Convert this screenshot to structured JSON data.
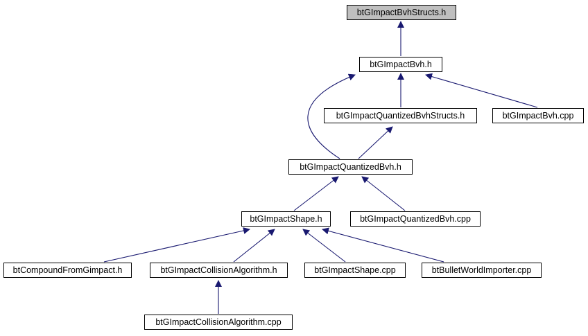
{
  "diagram": {
    "nodes": [
      {
        "id": "n0",
        "label": "btGImpactBvhStructs.h",
        "root": true
      },
      {
        "id": "n1",
        "label": "btGImpactBvh.h"
      },
      {
        "id": "n2",
        "label": "btGImpactQuantizedBvhStructs.h"
      },
      {
        "id": "n3",
        "label": "btGImpactBvh.cpp"
      },
      {
        "id": "n4",
        "label": "btGImpactQuantizedBvh.h"
      },
      {
        "id": "n5",
        "label": "btGImpactShape.h"
      },
      {
        "id": "n6",
        "label": "btGImpactQuantizedBvh.cpp"
      },
      {
        "id": "n7",
        "label": "btCompoundFromGimpact.h"
      },
      {
        "id": "n8",
        "label": "btGImpactCollisionAlgorithm.h"
      },
      {
        "id": "n9",
        "label": "btGImpactShape.cpp"
      },
      {
        "id": "n10",
        "label": "btBulletWorldImporter.cpp"
      },
      {
        "id": "n11",
        "label": "btGImpactCollisionAlgorithm.cpp"
      }
    ],
    "edges": [
      {
        "from": "n1",
        "to": "n0"
      },
      {
        "from": "n2",
        "to": "n1"
      },
      {
        "from": "n3",
        "to": "n1"
      },
      {
        "from": "n4",
        "to": "n1"
      },
      {
        "from": "n4",
        "to": "n2"
      },
      {
        "from": "n5",
        "to": "n4"
      },
      {
        "from": "n6",
        "to": "n4"
      },
      {
        "from": "n7",
        "to": "n5"
      },
      {
        "from": "n8",
        "to": "n5"
      },
      {
        "from": "n9",
        "to": "n5"
      },
      {
        "from": "n10",
        "to": "n5"
      },
      {
        "from": "n11",
        "to": "n8"
      }
    ],
    "colors": {
      "edge": "#191970",
      "root_fill": "#bfbfbf",
      "node_fill": "#ffffff",
      "border": "#000000"
    }
  }
}
